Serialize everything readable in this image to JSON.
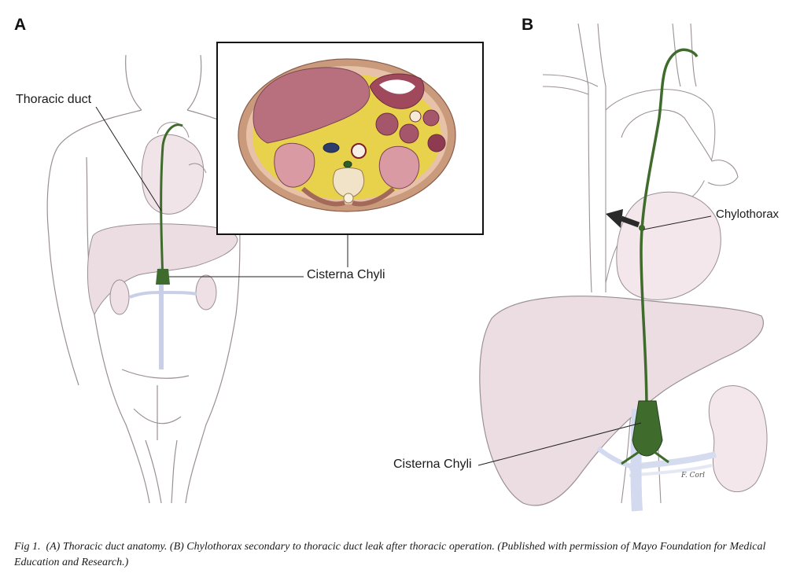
{
  "figure": {
    "panel_a_letter": "A",
    "panel_b_letter": "B",
    "labels": {
      "thoracic_duct": "Thoracic duct",
      "cisterna_chyli_a": "Cisterna Chyli",
      "chylothorax": "Chylothorax",
      "cisterna_chyli_b": "Cisterna Chyli"
    },
    "artist_signature": "F. Corl",
    "caption_prefix": "Fig 1.",
    "caption_text": "(A) Thoracic duct anatomy. (B) Chylothorax secondary to thoracic duct leak after thoracic operation. (Published with permission of Mayo Foundation for Medical Education and Research.)"
  },
  "colors": {
    "duct_green": "#3f6b2c",
    "liver_pink": "#e9d6dc",
    "outline": "#8a7f86",
    "section_fat_yellow": "#e9d24a",
    "section_organ": "#b06a7a",
    "section_rim": "#c58a6a"
  }
}
